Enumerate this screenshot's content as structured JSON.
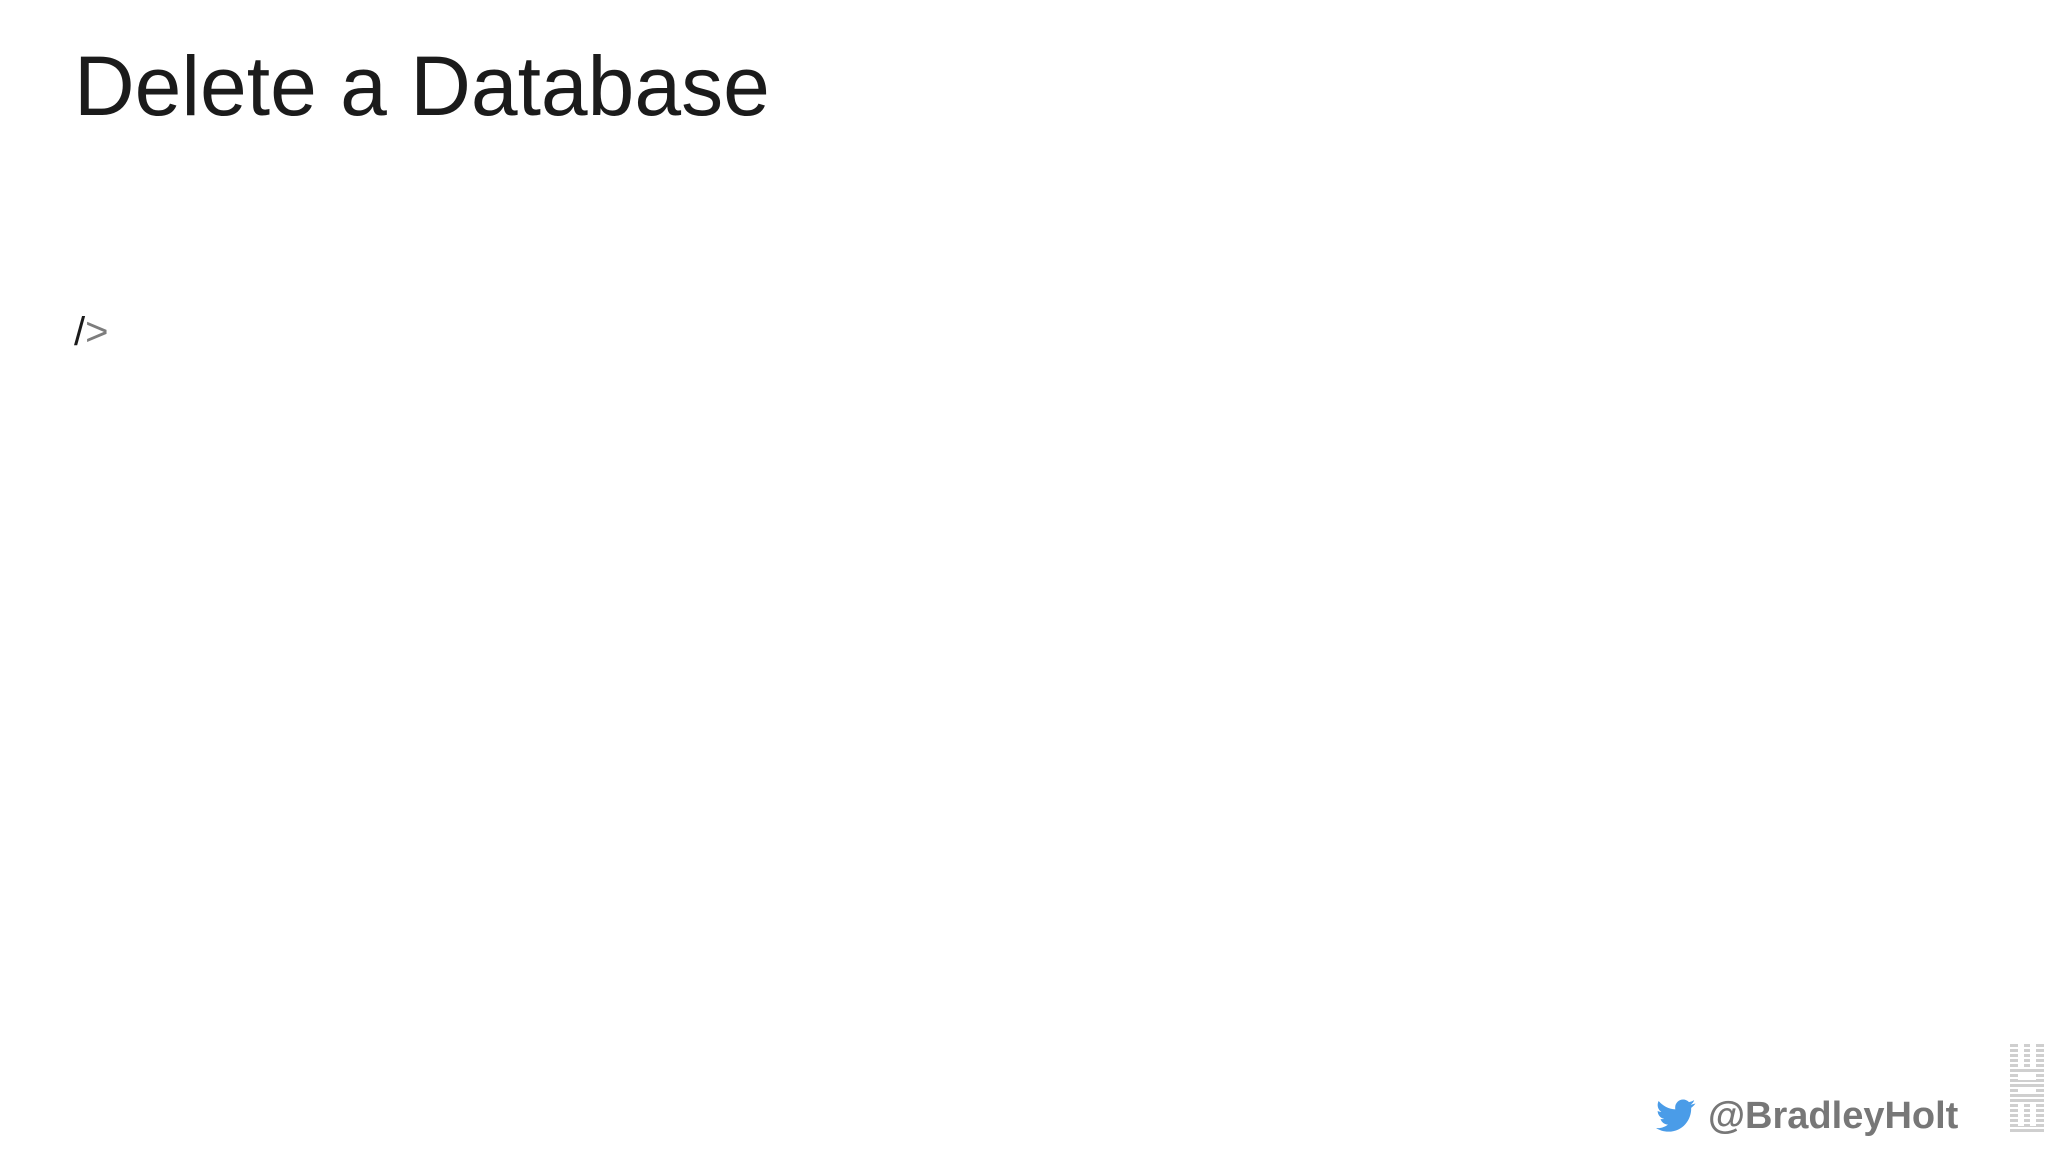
{
  "slide": {
    "title": "Delete a Database",
    "code": {
      "slash": "/",
      "gt": ">"
    }
  },
  "footer": {
    "handle": "@BradleyHolt",
    "handle_icon": "twitter-bird-icon",
    "logo_icon": "ibm-logo",
    "logo_text": "IBM"
  },
  "colors": {
    "title": "#1b1b1b",
    "handle": "#777777",
    "twitter_blue": "#4a9ce8",
    "logo_gray": "#cfcfcf"
  }
}
